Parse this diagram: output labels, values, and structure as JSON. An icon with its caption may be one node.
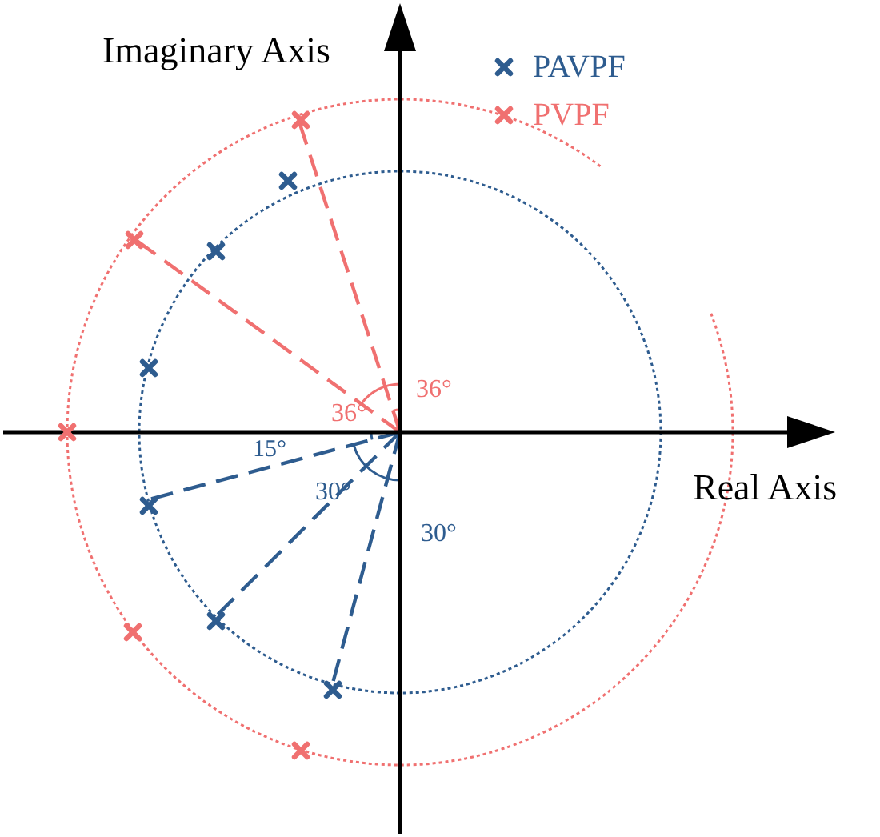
{
  "diagram": {
    "labels": [
      "Imaginary Axis",
      "36°",
      "36°",
      "15°",
      "30°",
      "30°",
      "Real Axis"
    ],
    "legend": [
      {
        "text": "PAVPF"
      },
      {
        "text": "PVPF"
      }
    ]
  }
}
